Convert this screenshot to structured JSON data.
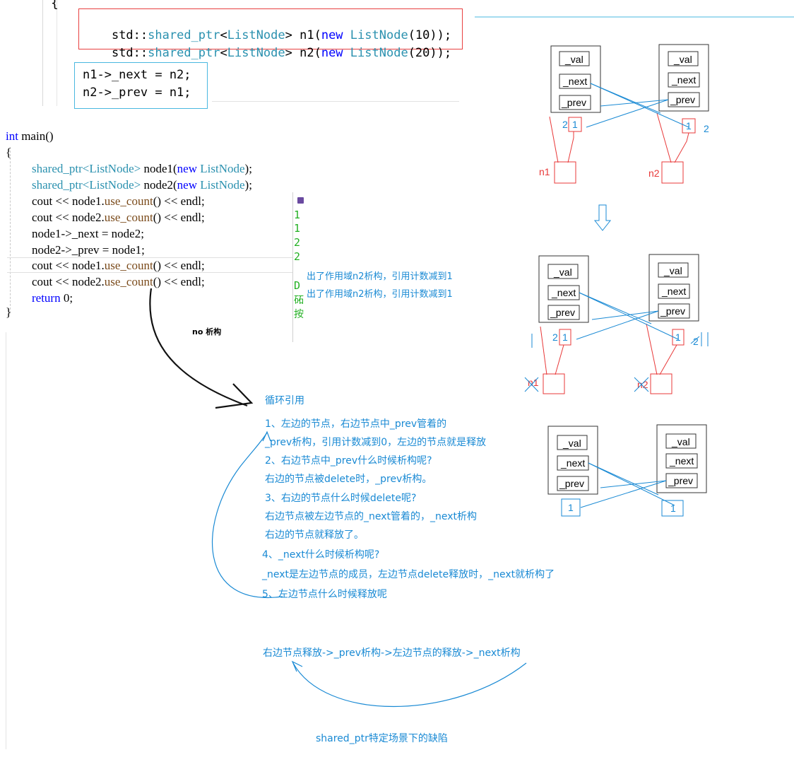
{
  "top_code": {
    "brace": "{",
    "line1": {
      "a": "std::",
      "b": "shared_ptr",
      "c": "<",
      "d": "ListNode",
      "e": "> n1(",
      "f": "new",
      "g": " ",
      "h": "ListNode",
      "i": "(10));"
    },
    "line2": {
      "a": "std::",
      "b": "shared_ptr",
      "c": "<",
      "d": "ListNode",
      "e": "> n2(",
      "f": "new",
      "g": " ",
      "h": "ListNode",
      "i": "(20));"
    },
    "line3": "n1->_next = n2;",
    "line4": "n2->_prev = n1;"
  },
  "main_code": {
    "sig_kw": "int",
    "sig_rest": " main()",
    "open": "{",
    "l1a": "shared_ptr<ListNode>",
    "l1b": " node1(",
    "l1c": "new",
    "l1d": " ListNode",
    "l1e": ");",
    "l2a": "shared_ptr<ListNode>",
    "l2b": " node2(",
    "l2c": "new",
    "l2d": " ListNode",
    "l2e": ");",
    "l3a": "cout << node1.",
    "l3b": "use_count",
    "l3c": "() << endl;",
    "l4a": "cout << node2.",
    "l4b": "use_count",
    "l4c": "() << endl;",
    "l5": "node1->_next = node2;",
    "l6": "node2->_prev = node1;",
    "l7a": "cout << node1.",
    "l7b": "use_count",
    "l7c": "() << endl;",
    "l8a": "cout << node2.",
    "l8b": "use_count",
    "l8c": "() << endl;",
    "l9a": "return",
    "l9b": " 0;",
    "close": "}"
  },
  "console": {
    "lines": [
      "1",
      "1",
      "2",
      "2"
    ],
    "tail": [
      "D",
      "砳",
      "按"
    ],
    "notes": [
      "出了作用域n2析构，引用计数减到1",
      "出了作用域n2析构，引用计数减到1"
    ]
  },
  "no_destruct_label": "no 析构",
  "explanation": {
    "title": "循环引用",
    "lines": [
      "1、左边的节点，右边节点中_prev管着的",
      "_prev析构，引用计数减到0，左边的节点就是释放",
      "2、右边节点中_prev什么时候析构呢?",
      "右边的节点被delete时，_prev析构。",
      "3、右边的节点什么时候delete呢?",
      "右边节点被左边节点的_next管着的，_next析构",
      "右边的节点就释放了。",
      "4、_next什么时候析构呢?",
      "_next是左边节点的成员，左边节点delete释放时，_next就析构了",
      "5、左边节点什么时候释放呢"
    ],
    "chain": "右边节点释放->_prev析构->左边节点的释放->_next析构",
    "caption": "shared_ptr特定场景下的缺陷"
  },
  "diagram": {
    "field_val": "_val",
    "field_next": "_next",
    "field_prev": "_prev",
    "left_ptr": "n1",
    "right_ptr": "n2",
    "count_one": "1",
    "count_two": "2",
    "small_one": "1",
    "strike_two": "2"
  },
  "colors": {
    "code_keyword": "#0000ff",
    "code_type": "#2b91af",
    "annotation_blue": "#1a8ad4",
    "annotation_red": "#e83838",
    "console_green": "#23b023"
  }
}
